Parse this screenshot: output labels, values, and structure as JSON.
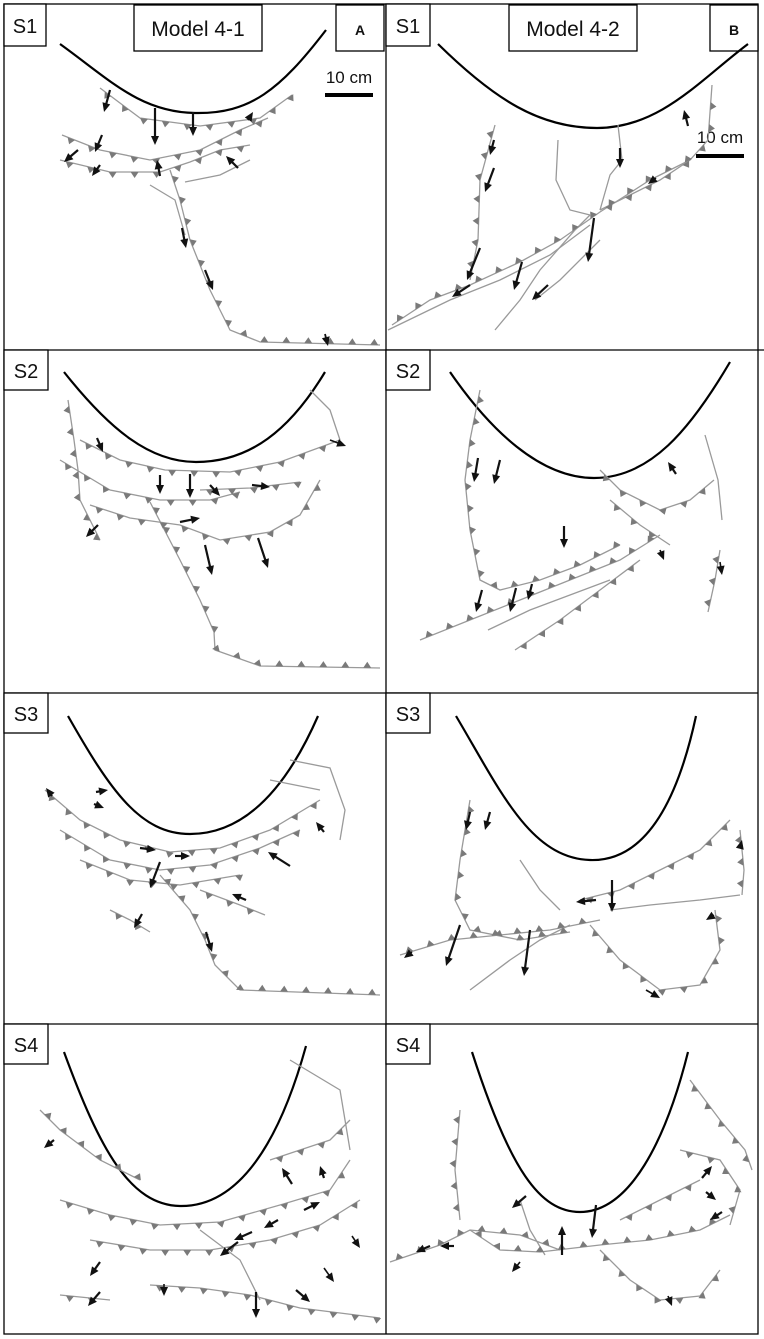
{
  "figure": {
    "columns": [
      {
        "title": "Model 4-1",
        "letter": "A"
      },
      {
        "title": "Model 4-2",
        "letter": "B"
      }
    ],
    "stages": [
      "S1",
      "S2",
      "S3",
      "S4"
    ],
    "scale_bar_label": "10 cm"
  },
  "colors": {
    "outline": "#000000",
    "fault": "#9a9a9a",
    "thrust_triangle": "#7a7a7a",
    "arrow": "#111111"
  }
}
